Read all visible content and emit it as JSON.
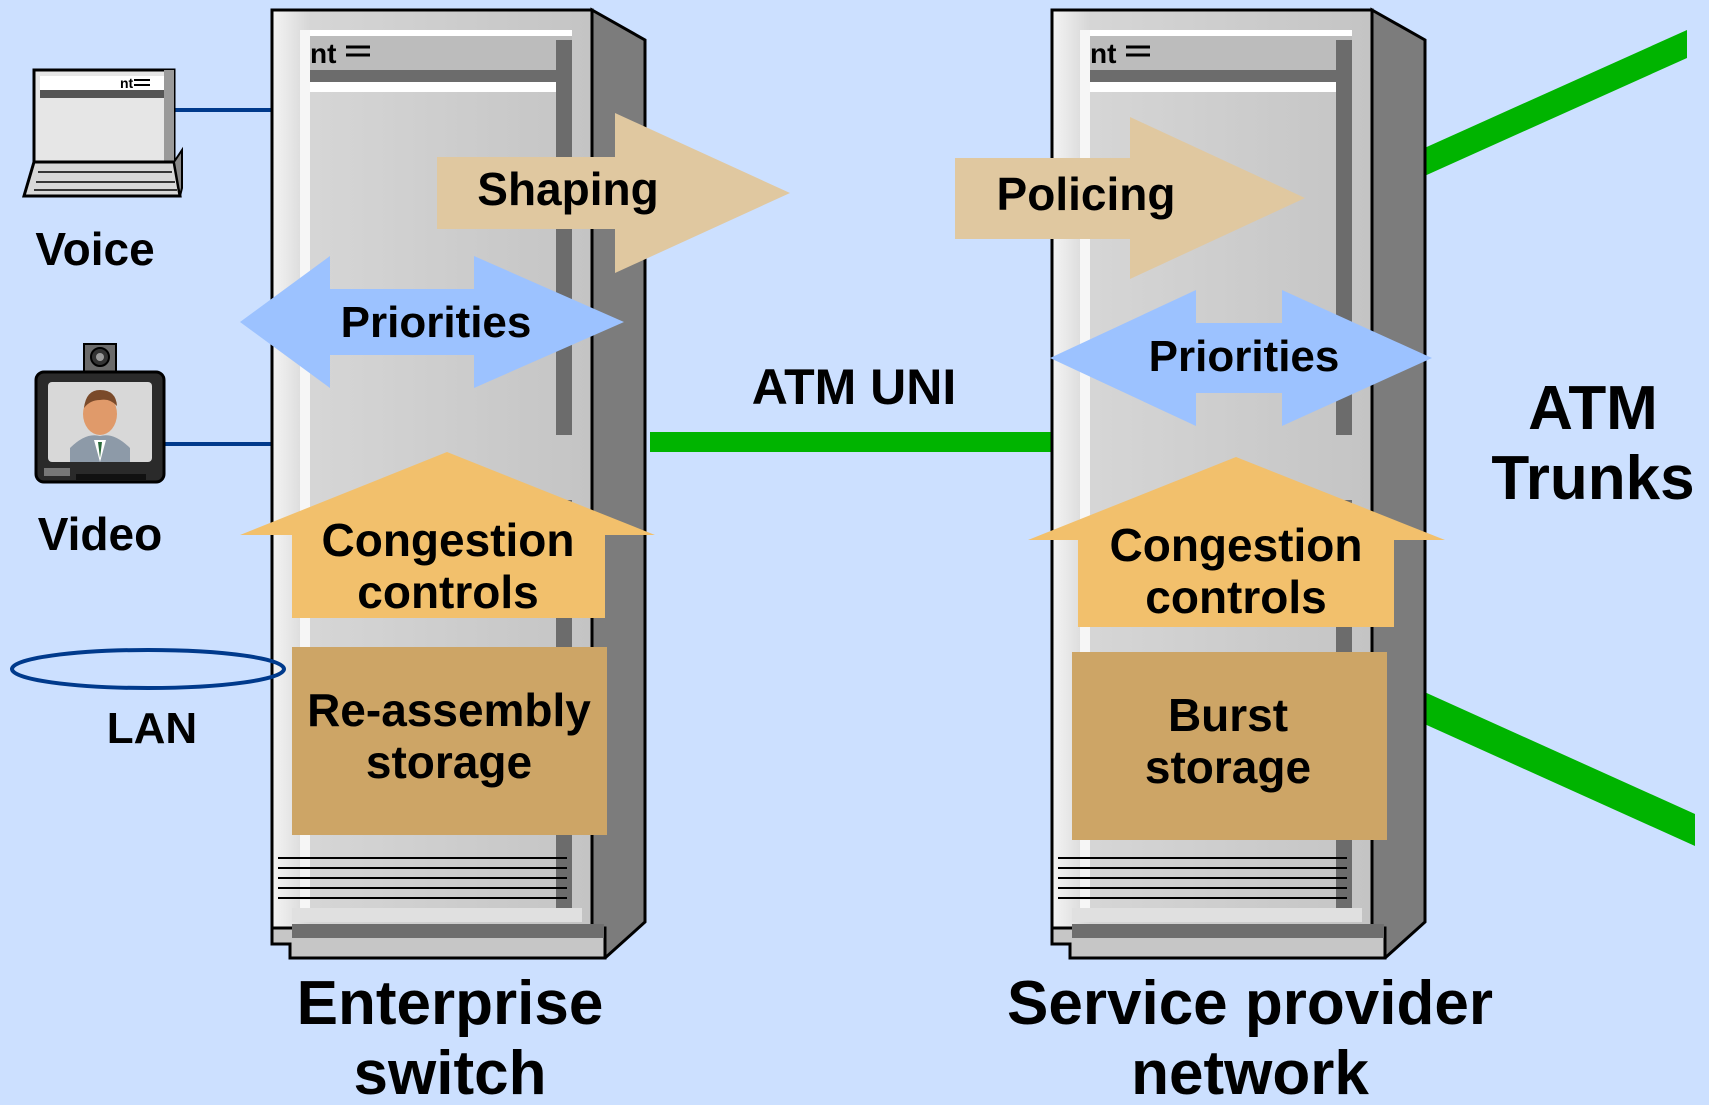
{
  "colors": {
    "background": "#cce0ff",
    "atm_link": "#00b400",
    "lan_link": "#003a8c",
    "shaping_arrow": "#e0c8a0",
    "priority_arrow": "#9cc2ff",
    "congestion_arrow": "#f2c06c",
    "storage_box": "#cda566",
    "chassis_light": "#d0d0d0",
    "chassis_dark": "#7c7c7c"
  },
  "devices": {
    "voice_label": "Voice",
    "video_label": "Video",
    "lan_label": "LAN",
    "phone_brand": "nt"
  },
  "enterprise_switch": {
    "brand": "nt",
    "shaping_label": "Shaping",
    "priorities_label": "Priorities",
    "congestion_line1": "Congestion",
    "congestion_line2": "controls",
    "storage_line1": "Re-assembly",
    "storage_line2": "storage",
    "caption_line1": "Enterprise",
    "caption_line2": "switch"
  },
  "provider_switch": {
    "brand": "nt",
    "policing_label": "Policing",
    "priorities_label": "Priorities",
    "congestion_line1": "Congestion",
    "congestion_line2": "controls",
    "storage_line1": "Burst",
    "storage_line2": "storage",
    "caption_line1": "Service provider",
    "caption_line2": "network"
  },
  "links": {
    "uni_label": "ATM UNI",
    "trunks_line1": "ATM",
    "trunks_line2": "Trunks"
  }
}
